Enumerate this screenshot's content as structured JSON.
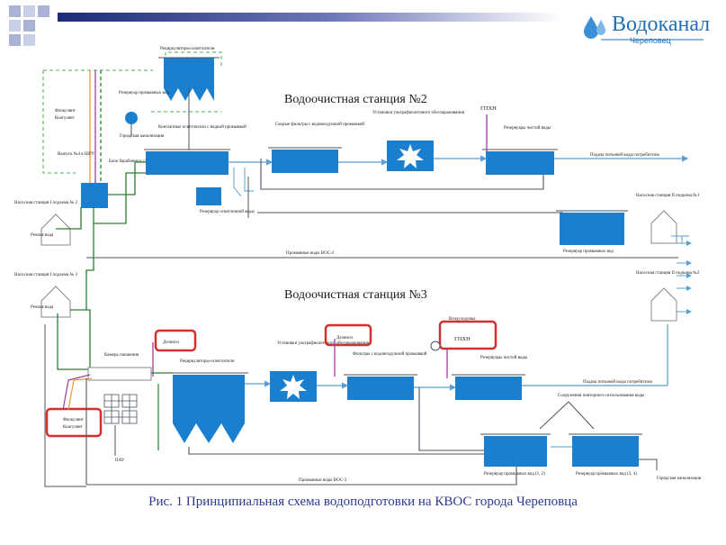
{
  "logo": {
    "name": "Водоканал",
    "city": "Череповец"
  },
  "caption": "Рис. 1 Принципиальная схема водоподготовки на КВОС города Череповца",
  "station2": {
    "title": "Водоочистная станция №2",
    "labels": {
      "recirculators": "Рециркуляторы-осветлители",
      "wash_tank": "Резервуар промывных вод",
      "flocculant": "Флокулянт",
      "coagulant": "Коагулянт",
      "city_sewer": "Городская канализация",
      "contact_clarifiers": "Контактные осветлители с водной промывкой",
      "outlet4": "Выпуск №4 в ШРУ",
      "drum_block": "Блок барабанных сеток",
      "fast_filters": "Скорые фильтры с водовоздушной промывкой",
      "uv_unit": "Установки ультрафиолетового обеззараживания",
      "gphn": "ГПХН",
      "clean_water": "Резервуары чистой воды",
      "pump1": "Насосная станция I подъема № 2",
      "river": "Речная вода",
      "clarified_tank": "Резервуар осветленной воды",
      "supply": "Подача питьевой воды потребителю",
      "pump2": "Насосная станция II подъема №1",
      "wash_tank2": "Резервуар промывных вод",
      "wash_line": "Промывные воды ВОС-2"
    }
  },
  "station3": {
    "title": "Водоочистная станция №3",
    "labels": {
      "pump1": "Насосная станция I подъема № 3",
      "river": "Речная вода",
      "mixer": "Камера смешения",
      "dezinol1": "Дезинол",
      "recirculators": "Рециркуляторы-осветлители",
      "uv_unit": "Установки ультрафиолетового обеззараживания",
      "dezinol2": "Дезинол",
      "filters": "Фильтры с водовоздушной промывкой",
      "air_blow": "Воздуходувка",
      "gphn": "ГПХН",
      "clean_water": "Резервуары чистой воды",
      "pump2": "Насосная станция II подъема №2",
      "supply": "Подача питьевой воды потребителю",
      "flocculant": "Флокулянт",
      "coagulant": "Коагулянт",
      "pau": "ПАУ",
      "reuse": "Сооружения повторного использования воды",
      "wash12": "Резервуар промывных вод (1, 2)",
      "wash34": "Резервуар промывных вод (3, 4)",
      "city_sewer": "Городская канализация",
      "wash_line": "Промывные воды ВОС-3"
    }
  },
  "colors": {
    "tank": "#1b7fd0",
    "pipe_blue": "#5a9fd4",
    "pipe_green": "#2e7d32",
    "pipe_dark": "#4b5563",
    "red_frame": "#d32f2f",
    "dash_green": "#4caf50",
    "orange": "#e69a3a",
    "purple": "#a03ca0",
    "caption": "#2b3a8f"
  }
}
